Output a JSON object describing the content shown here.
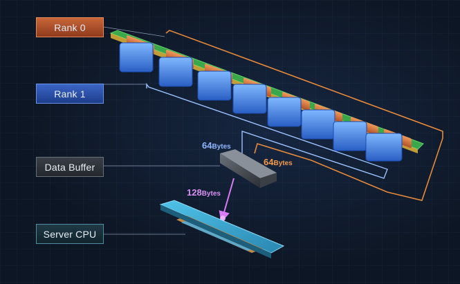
{
  "labels": {
    "rank0": "Rank 0",
    "rank1": "Rank 1",
    "data_buffer": "Data Buffer",
    "server_cpu": "Server CPU"
  },
  "bandwidth": {
    "rank1_num": "64",
    "rank1_unit": "Bytes",
    "rank0_num": "64",
    "rank0_unit": "Bytes",
    "cpu_num": "128",
    "cpu_unit": "Bytes"
  },
  "colors": {
    "rank0": "#e07a3c",
    "rank1": "#5b8ee8",
    "buffer": "#5a5f66",
    "cpu": "#3aa6c9",
    "arrow_cpu": "#c15ee8"
  }
}
